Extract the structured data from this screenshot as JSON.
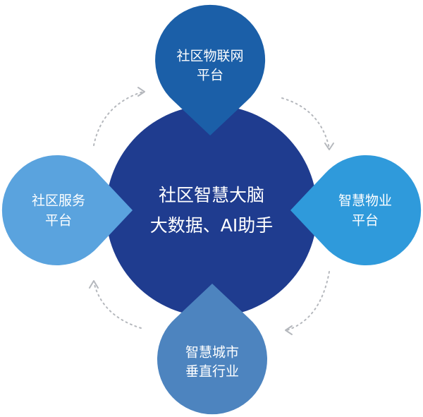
{
  "center": {
    "line1": "社区智慧大脑",
    "line2": "大数据、AI助手"
  },
  "nodes": {
    "top": {
      "line1": "社区物联网",
      "line2": "平台"
    },
    "right": {
      "line1": "智慧物业",
      "line2": "平台"
    },
    "bottom": {
      "line1": "智慧城市",
      "line2": "垂直行业"
    },
    "left": {
      "line1": "社区服务",
      "line2": "平台"
    }
  },
  "colors": {
    "center": "#1f3c8f",
    "top": "#1b5fa8",
    "right": "#2f9adb",
    "bottom": "#4d84bf",
    "left": "#5aa3de",
    "arrows": "#b5b8bd"
  }
}
